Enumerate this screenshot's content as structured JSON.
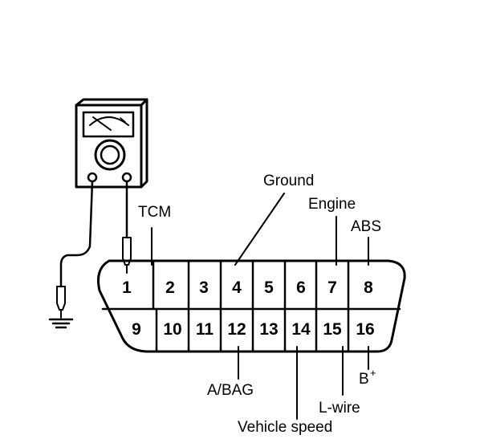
{
  "diagram": {
    "pins_top": [
      "1",
      "2",
      "3",
      "4",
      "5",
      "6",
      "7",
      "8"
    ],
    "pins_bottom": [
      "9",
      "10",
      "11",
      "12",
      "13",
      "14",
      "15",
      "16"
    ],
    "labels": {
      "ground": "Ground",
      "tcm": "TCM",
      "engine": "Engine",
      "abs": "ABS",
      "abag": "A/BAG",
      "bplus": "B",
      "bplus_sup": "+",
      "lwire": "L-wire",
      "vehicle_speed": "Vehicle speed"
    },
    "icons": [
      "multimeter-icon",
      "ground-symbol-icon",
      "probe-icon"
    ]
  }
}
